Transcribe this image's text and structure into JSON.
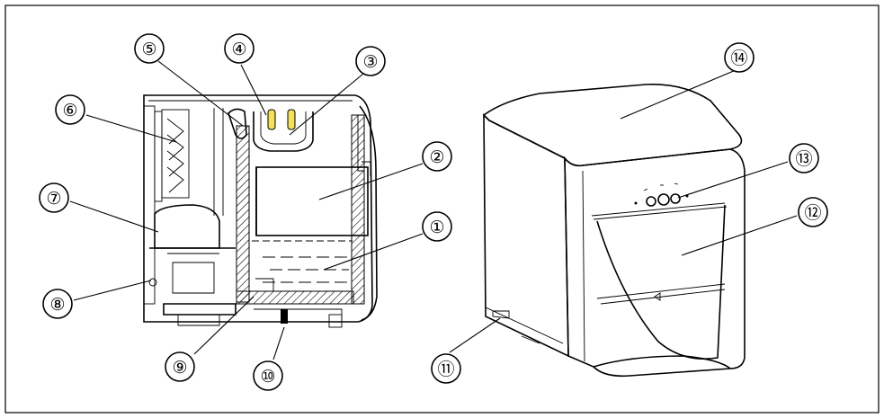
{
  "callouts": [
    {
      "id": 1,
      "label": "①"
    },
    {
      "id": 2,
      "label": "②"
    },
    {
      "id": 3,
      "label": "③"
    },
    {
      "id": 4,
      "label": "④"
    },
    {
      "id": 5,
      "label": "⑤"
    },
    {
      "id": 6,
      "label": "⑥"
    },
    {
      "id": 7,
      "label": "⑦"
    },
    {
      "id": 8,
      "label": "⑧"
    },
    {
      "id": 9,
      "label": "⑨"
    },
    {
      "id": 10,
      "label": "⑩"
    },
    {
      "id": 11,
      "label": "⑪"
    },
    {
      "id": 12,
      "label": "⑫"
    },
    {
      "id": 13,
      "label": "⑬"
    },
    {
      "id": 14,
      "label": "⑭"
    }
  ],
  "colors": {
    "line": "#000000",
    "background": "#ffffff",
    "lamp": "#f3e15a"
  }
}
